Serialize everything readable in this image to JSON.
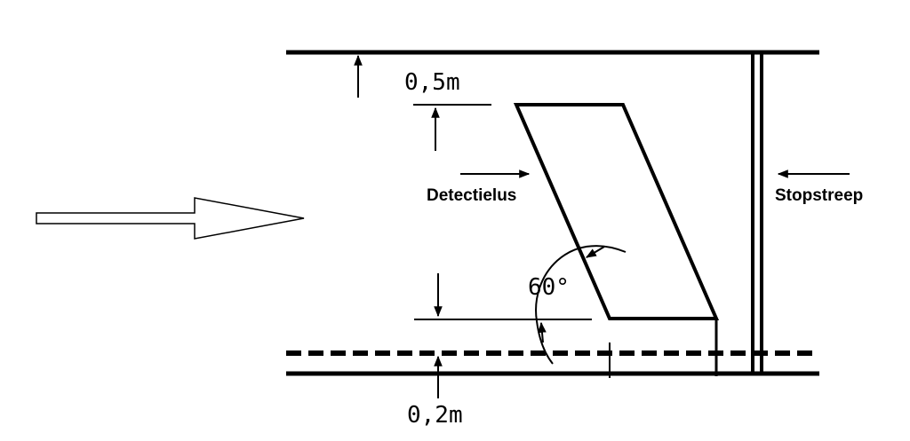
{
  "labels": {
    "top_offset": "0,5m",
    "bottom_offset": "0,2m",
    "angle": "60°",
    "loop": "Detectielus",
    "stop_line": "Stopstreep"
  },
  "colors": {
    "ink": "#000000",
    "background": "#ffffff"
  }
}
